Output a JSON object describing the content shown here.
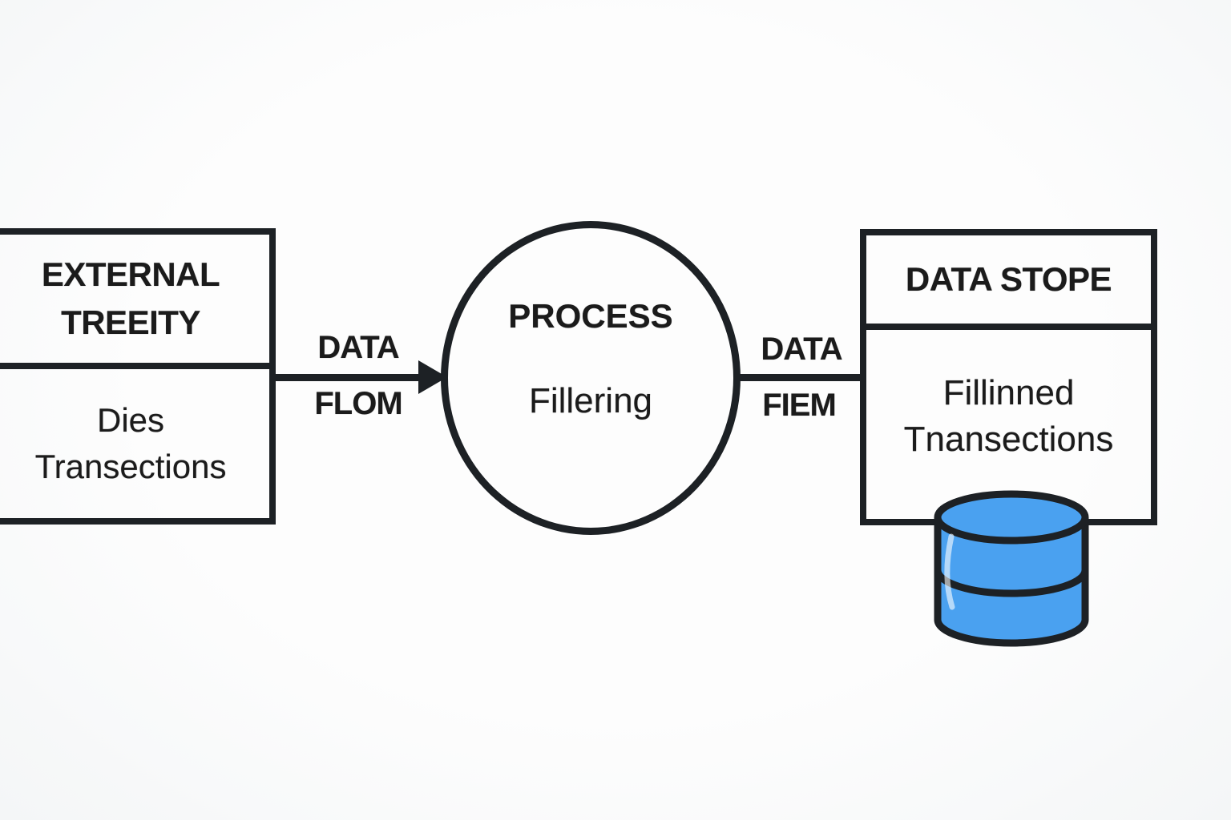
{
  "external_entity": {
    "title_line1": "EXTERNAL",
    "title_line2": "TREEITY",
    "body_line1": "Dies",
    "body_line2": "Transections"
  },
  "flow_left": {
    "label_top": "DATA",
    "label_bottom": "FLOM"
  },
  "process": {
    "title": "PROCESS",
    "body": "Fillering"
  },
  "flow_right": {
    "label_top": "DATA",
    "label_bottom": "FIEM"
  },
  "data_store": {
    "title": "DATA STOPE",
    "body_line1": "Fillinned",
    "body_line2": "Tnansections"
  },
  "icons": {
    "database": "database-cylinder-icon"
  },
  "colors": {
    "stroke": "#1d2125",
    "db_blue": "#4aa1f0",
    "background": "#fbfcfc",
    "text": "#1b1b1b"
  }
}
